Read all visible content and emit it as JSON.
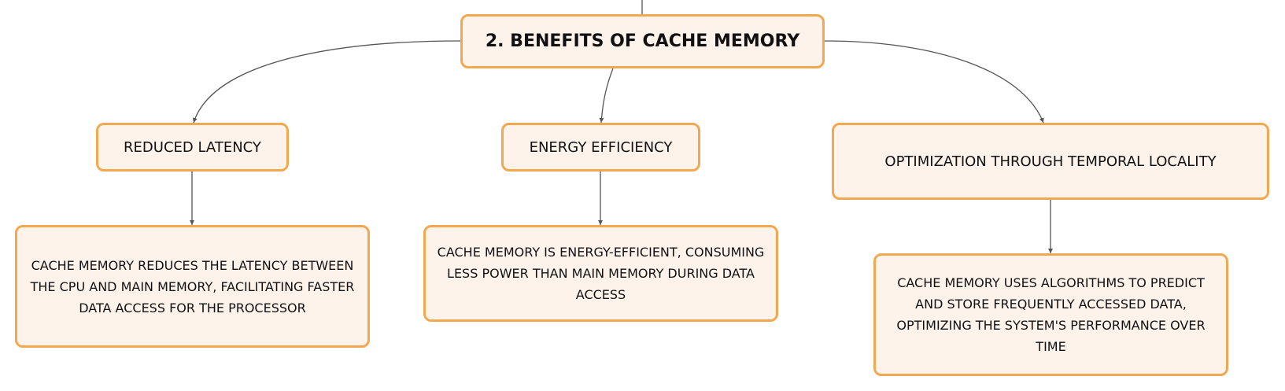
{
  "diagram": {
    "root": {
      "label": "2. BENEFITS OF CACHE MEMORY"
    },
    "branches": [
      {
        "label": "REDUCED LATENCY",
        "detail": "CACHE MEMORY REDUCES THE LATENCY BETWEEN THE CPU AND MAIN MEMORY, FACILITATING FASTER DATA ACCESS FOR THE PROCESSOR"
      },
      {
        "label": "ENERGY EFFICIENCY",
        "detail": "CACHE MEMORY IS ENERGY-EFFICIENT, CONSUMING LESS POWER THAN MAIN MEMORY DURING DATA ACCESS"
      },
      {
        "label": "OPTIMIZATION THROUGH TEMPORAL LOCALITY",
        "detail": "CACHE MEMORY USES ALGORITHMS TO PREDICT AND STORE FREQUENTLY ACCESSED DATA, OPTIMIZING THE SYSTEM'S PERFORMANCE OVER TIME"
      }
    ],
    "colors": {
      "node_fill": "#fdf3eb",
      "node_border": "#f2a850",
      "connector": "#555555",
      "text": "#111111"
    }
  }
}
